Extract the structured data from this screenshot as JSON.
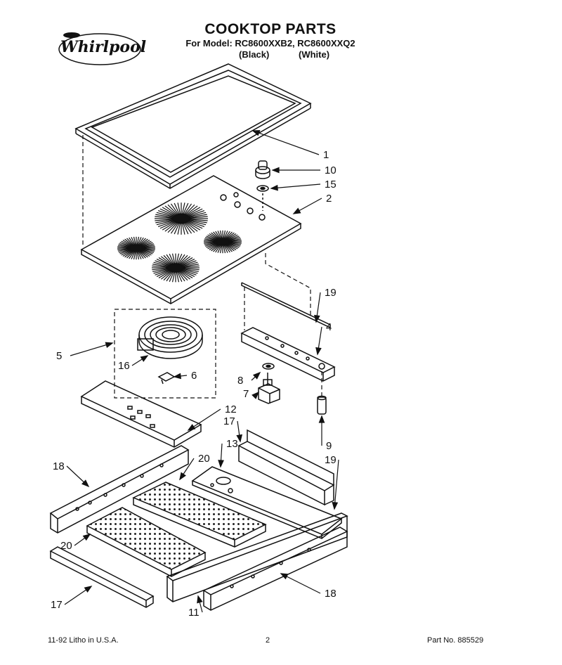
{
  "header": {
    "brand": "Whirlpool",
    "title": "COOKTOP PARTS",
    "model_line": "For Model: RC8600XXB2, RC8600XXQ2",
    "color_left": "(Black)",
    "color_right": "(White)"
  },
  "callouts": [
    "1",
    "10",
    "15",
    "2",
    "19",
    "4",
    "5",
    "16",
    "6",
    "8",
    "7",
    "12",
    "17",
    "9",
    "18",
    "20",
    "13",
    "19",
    "20",
    "17",
    "11",
    "18"
  ],
  "footer": {
    "left": "11-92 Litho in U.S.A.",
    "center": "2",
    "right": "Part No. 885529"
  },
  "colors": {
    "ink": "#111111",
    "paper": "#ffffff"
  }
}
